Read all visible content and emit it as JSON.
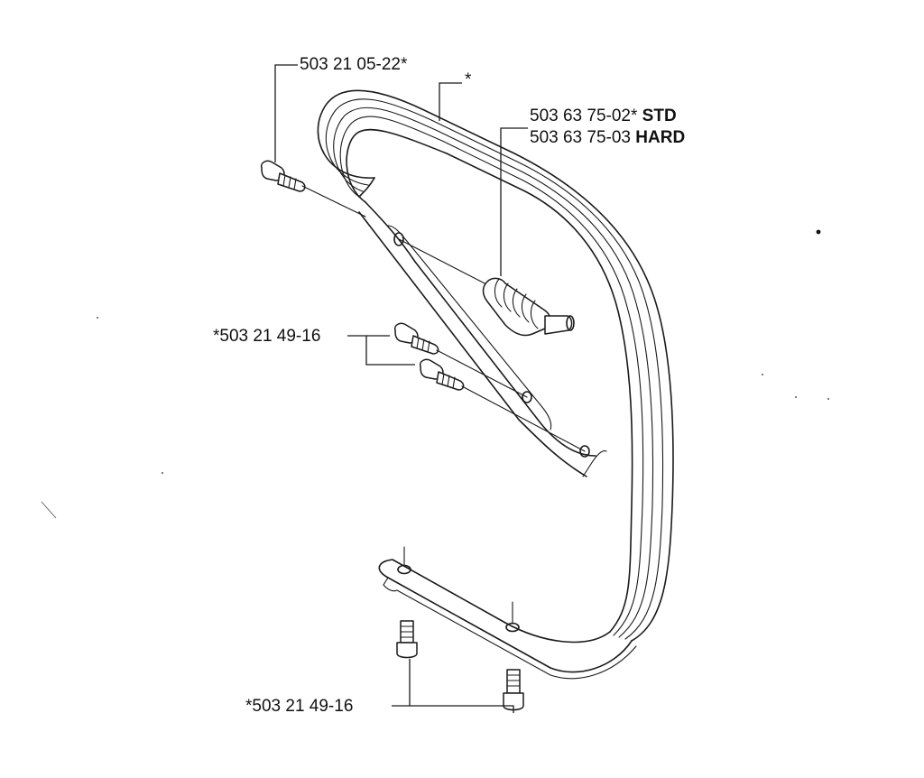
{
  "labels": {
    "screw_top": "503 21 05-22*",
    "handle_ref": "*",
    "av_std_num": "503 63 75-02*",
    "av_std_tag": "STD",
    "av_hard_num": "503 63 75-03",
    "av_hard_tag": "HARD",
    "screw_mid": "*503 21 49-16",
    "screw_bottom": "*503 21 49-16"
  }
}
